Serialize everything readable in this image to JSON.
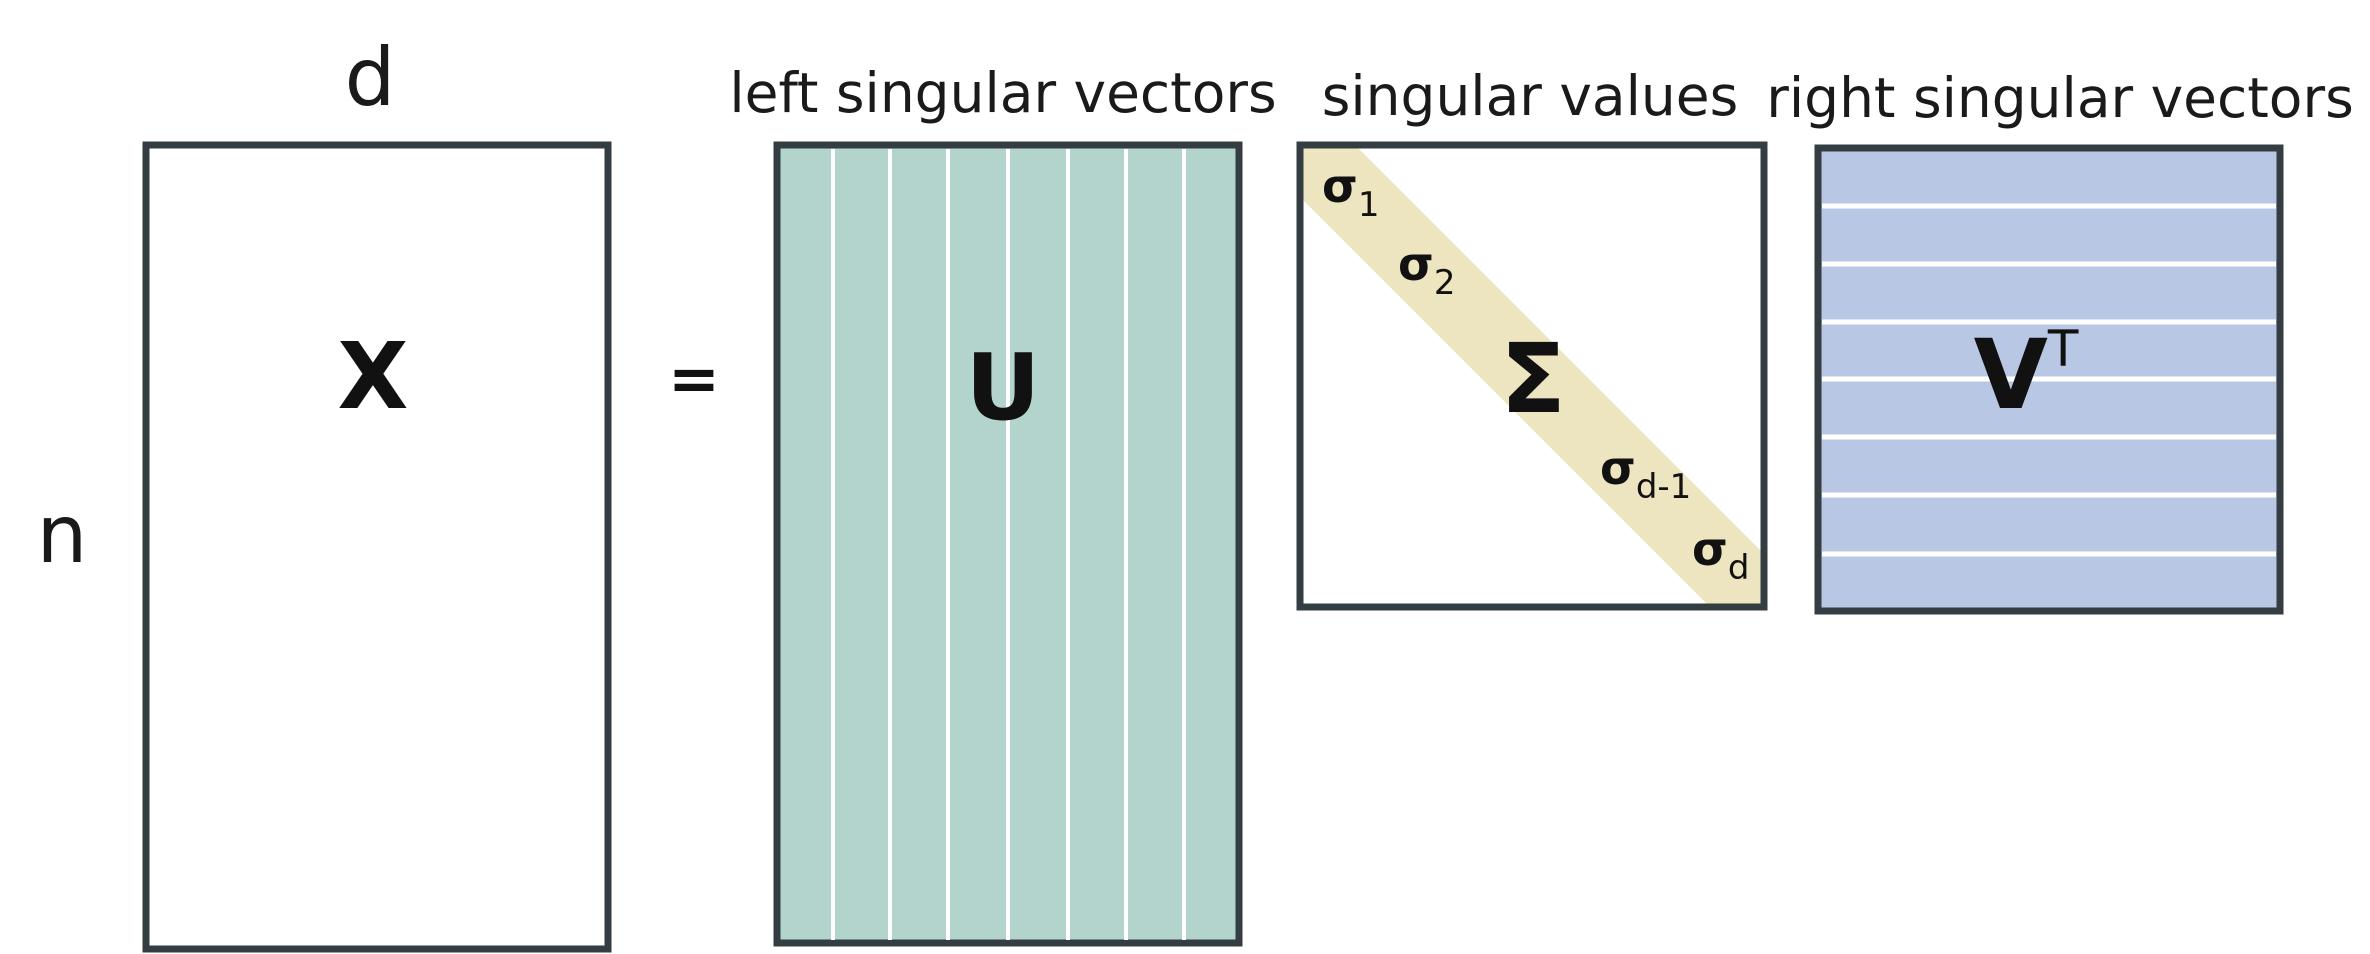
{
  "labels": {
    "dim_d": "d",
    "dim_n": "n",
    "equals": "=",
    "left_singular_vectors": "left singular vectors",
    "singular_values": "singular values",
    "right_singular_vectors": "right singular vectors"
  },
  "matrices": {
    "x": {
      "symbol": "X"
    },
    "u": {
      "symbol": "U",
      "column_count": 8
    },
    "sigma": {
      "symbol": "Σ",
      "entries": [
        {
          "base": "σ",
          "sub": "1"
        },
        {
          "base": "σ",
          "sub": "2"
        },
        {
          "base": "σ",
          "sub": "d-1"
        },
        {
          "base": "σ",
          "sub": "d"
        }
      ]
    },
    "vt": {
      "symbol": "V",
      "superscript": "T",
      "row_count": 8
    }
  },
  "colors": {
    "border": "#333d42",
    "u_fill": "#b3d4cd",
    "sigma_band": "#ede5bf",
    "vt_fill": "#b8c7e3",
    "stripe": "#ffffff"
  }
}
